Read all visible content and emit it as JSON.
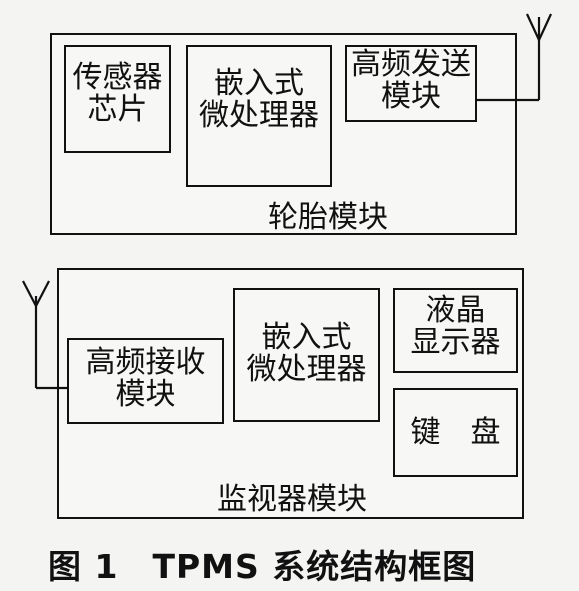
{
  "wheel_module": {
    "title": "轮胎模块",
    "sensor_chip": "传感器\n芯片",
    "embedded_mcu": "嵌入式\n微处理器",
    "rf_transmitter": "高频发送\n模块"
  },
  "monitor_module": {
    "title": "监视器模块",
    "rf_receiver": "高频接收\n模块",
    "embedded_mcu": "嵌入式\n微处理器",
    "lcd_display": "液晶\n显示器",
    "keypad": "键　盘"
  },
  "caption": "图 1　TPMS 系统结构框图"
}
